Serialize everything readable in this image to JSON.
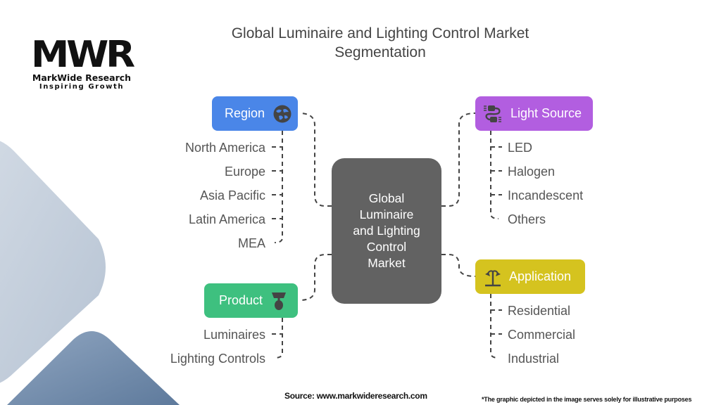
{
  "brand": {
    "logo_mark": "MWR",
    "name": "MarkWide Research",
    "tagline": "Inspiring Growth"
  },
  "title": {
    "line1": "Global Luminaire and Lighting Control Market",
    "line2": "Segmentation"
  },
  "center": {
    "label": "Global Luminaire and Lighting Control Market"
  },
  "categories": [
    {
      "id": "region",
      "label": "Region",
      "icon": "globe-icon",
      "color": "#4a86e8",
      "items": [
        "North America",
        "Europe",
        "Asia Pacific",
        "Latin America",
        "MEA"
      ]
    },
    {
      "id": "light_source",
      "label": "Light Source",
      "icon": "plug-cable-icon",
      "color": "#b25ee0",
      "items": [
        "LED",
        "Halogen",
        "Incandescent",
        "Others"
      ]
    },
    {
      "id": "product",
      "label": "Product",
      "icon": "lamp-icon",
      "color": "#3ec07f",
      "items": [
        "Luminaires",
        "Lighting Controls"
      ]
    },
    {
      "id": "application",
      "label": "Application",
      "icon": "street-lamp-icon",
      "color": "#d5c31f",
      "items": [
        "Residential",
        "Commercial",
        "Industrial"
      ]
    }
  ],
  "center_color": "#626262",
  "footer": {
    "source": "Source: www.markwideresearch.com",
    "note": "*The graphic depicted in the image serves solely for illustrative purposes"
  }
}
